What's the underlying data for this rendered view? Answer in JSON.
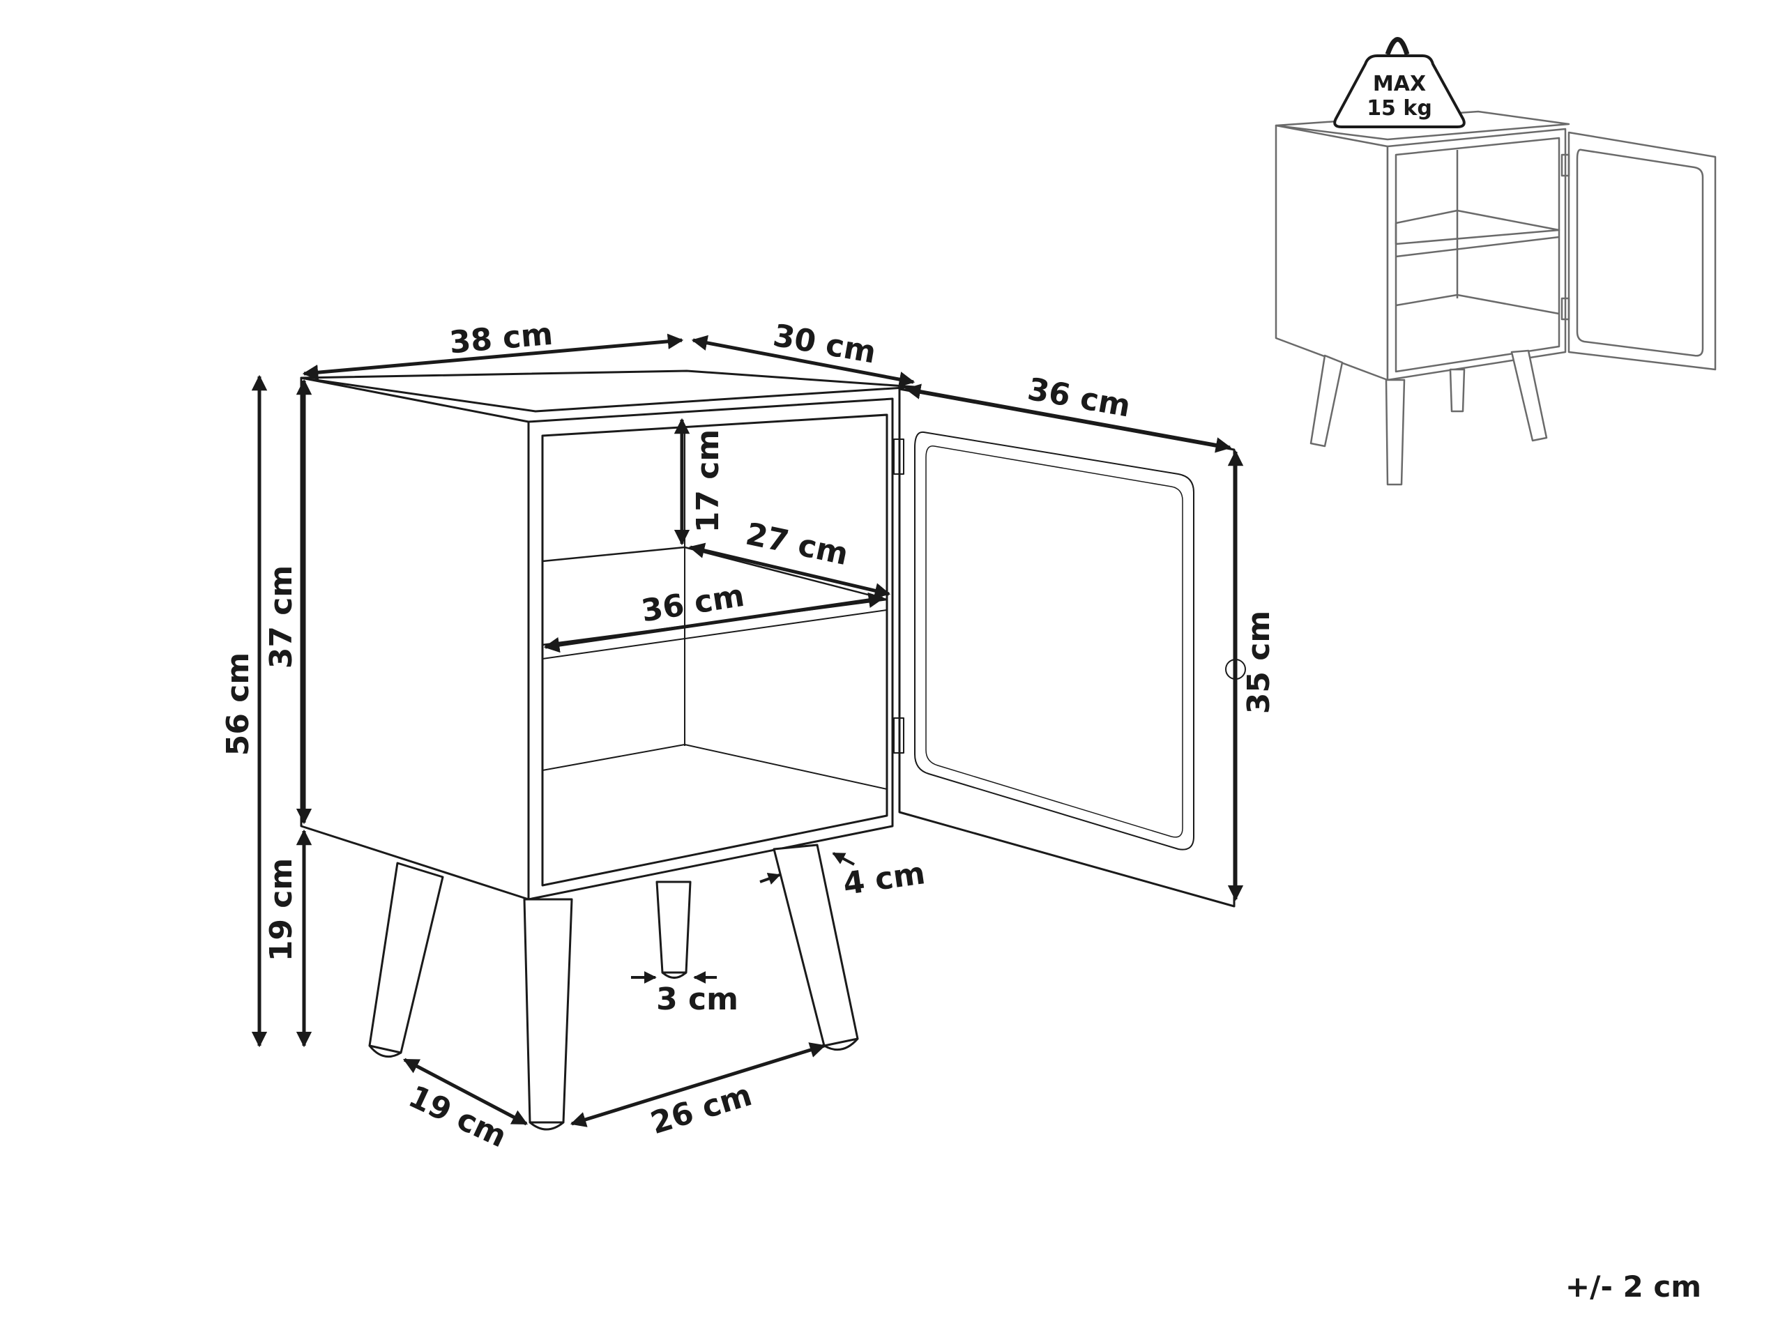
{
  "product": {
    "max_load_line1": "MAX",
    "max_load_line2": "15 kg"
  },
  "dimensions": {
    "width": "38 cm",
    "depth": "30 cm",
    "total_height": "56 cm",
    "body_height": "37 cm",
    "leg_height": "19 cm",
    "shelf_gap": "17 cm",
    "shelf_depth": "27 cm",
    "shelf_width": "36 cm",
    "door_width": "36 cm",
    "door_height": "35 cm",
    "leg_top": "4 cm",
    "leg_bottom": "3 cm",
    "leg_span_depth": "19 cm",
    "leg_span_width": "26 cm"
  },
  "tolerance": "+/- 2 cm",
  "colors": {
    "line": "#1a1a1a",
    "light_line": "#6a6a6a",
    "background": "#ffffff"
  }
}
